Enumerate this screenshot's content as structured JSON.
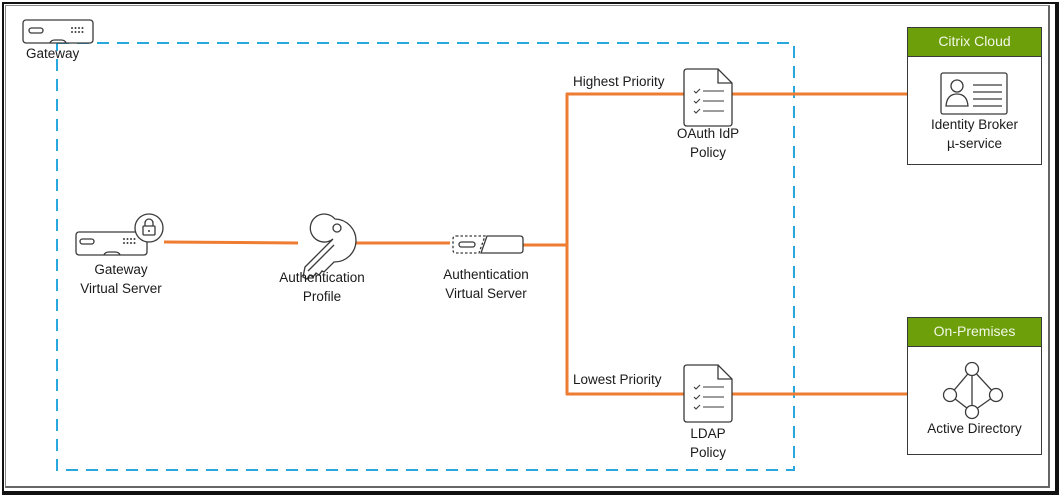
{
  "diagram": {
    "colors": {
      "connector": "#ee7d31",
      "boundary_dash": "#29a8e0",
      "zone_header": "#6d9f0a",
      "icon_stroke": "#3a3a3a"
    },
    "gateway": {
      "label": "Gateway",
      "icon": "gateway-appliance-icon"
    },
    "nodes": {
      "gateway_vserver": {
        "line1": "Gateway",
        "line2": "Virtual Server",
        "icon": "gateway-vserver-lock-icon"
      },
      "auth_profile": {
        "line1": "Authentication",
        "line2": "Profile",
        "icon": "key-icon"
      },
      "auth_vserver": {
        "line1": "Authentication",
        "line2": "Virtual Server",
        "icon": "virtual-server-icon"
      },
      "oauth_policy": {
        "line1": "OAuth IdP",
        "line2": "Policy",
        "icon": "policy-document-icon"
      },
      "ldap_policy": {
        "line1": "LDAP",
        "line2": "Policy",
        "icon": "policy-document-icon"
      }
    },
    "priorities": {
      "highest": "Highest Priority",
      "lowest": "Lowest Priority"
    },
    "zones": {
      "cloud": {
        "title": "Citrix Cloud",
        "node_line1": "Identity Broker",
        "node_line2": "µ-service",
        "icon": "identity-card-icon"
      },
      "onprem": {
        "title": "On-Premises",
        "node_line1": "Active Directory",
        "icon": "directory-network-icon"
      }
    }
  }
}
